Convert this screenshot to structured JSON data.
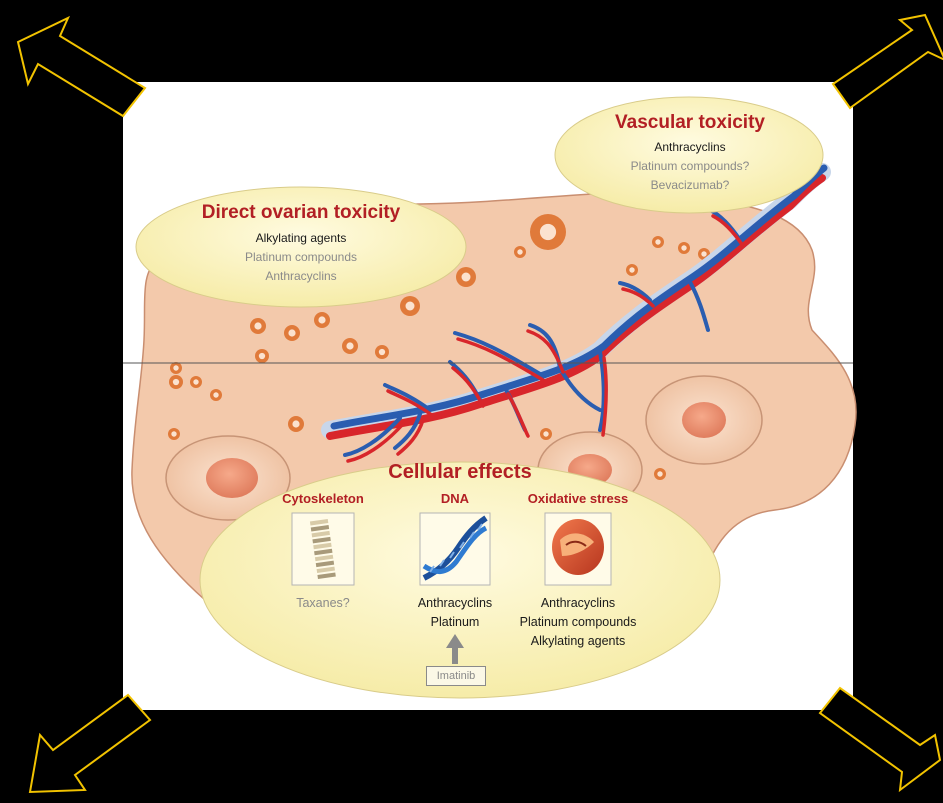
{
  "vascular": {
    "title": "Vascular toxicity",
    "agents": [
      "Anthracyclins",
      "Platinum compounds?",
      "Bevacizumab?"
    ]
  },
  "direct": {
    "title": "Direct ovarian toxicity",
    "agents": [
      "Alkylating agents",
      "Platinum compounds",
      "Anthracyclins"
    ]
  },
  "cellular": {
    "title": "Cellular effects",
    "columns": [
      {
        "heading": "Cytoskeleton",
        "icon": "microtubule-icon",
        "agents": [
          "Taxanes?"
        ]
      },
      {
        "heading": "DNA",
        "icon": "dna-helix-icon",
        "agents": [
          "Anthracyclins",
          "Platinum"
        ]
      },
      {
        "heading": "Oxidative stress",
        "icon": "mitochondrion-icon",
        "agents": [
          "Anthracyclins",
          "Platinum compounds",
          "Alkylating agents"
        ]
      }
    ],
    "inhibitor": "Imatinib"
  },
  "colors": {
    "background": "#000000",
    "panel": "#ffffff",
    "ovary": "#f3c9ab",
    "follicle": "#e07a3a",
    "bubble": "#fbf3bd",
    "title_red": "#b21f24",
    "artery": "#d8262b",
    "vein": "#2a5db0",
    "arrow_outline": "#f2c300"
  }
}
